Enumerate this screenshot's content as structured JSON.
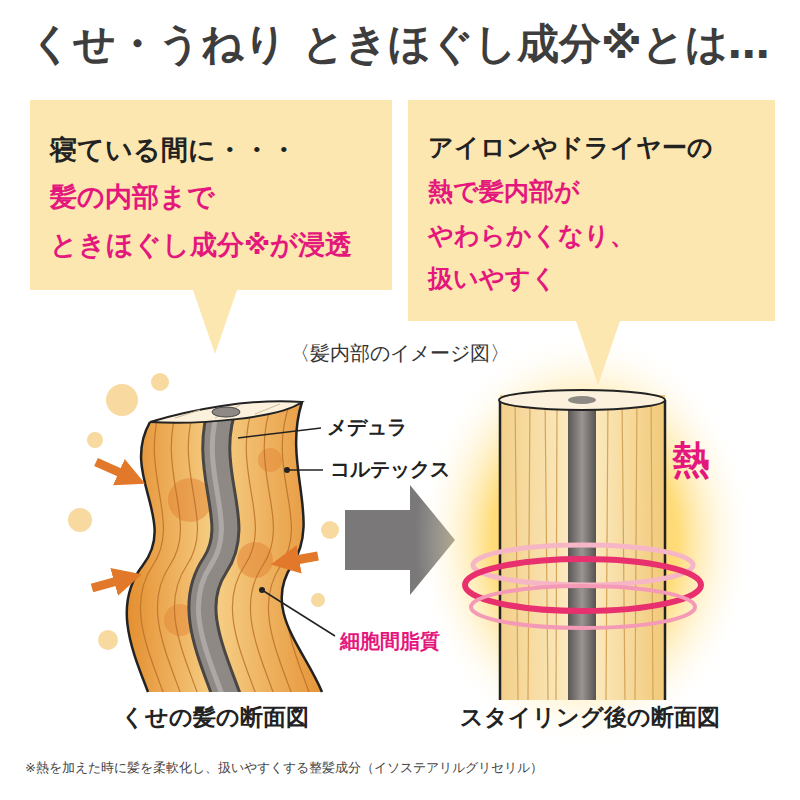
{
  "diagram": {
    "title": "くせ・うねり ときほぐし成分※とは…",
    "nodes": [
      {
        "text": [
          "寝ている間に・・・",
          "髪の内部まで ときほぐし成分※が浸透"
        ]
      },
      {
        "text": [
          "アイロンやドライヤーの",
          "熱で髪内部が やわらかくなり、扱いやすく"
        ]
      }
    ],
    "labels": [
      "〈髪内部のイメージ図〉",
      "メデュラ",
      "コルテックス",
      "細胞間脂質",
      "熱",
      "くせの髪の断面図",
      "スタイリング後の断面図",
      "※熱を加えた時に髪を柔軟化し、扱いやすくする整髪成分（イソステアリルグリセリル）"
    ]
  }
}
